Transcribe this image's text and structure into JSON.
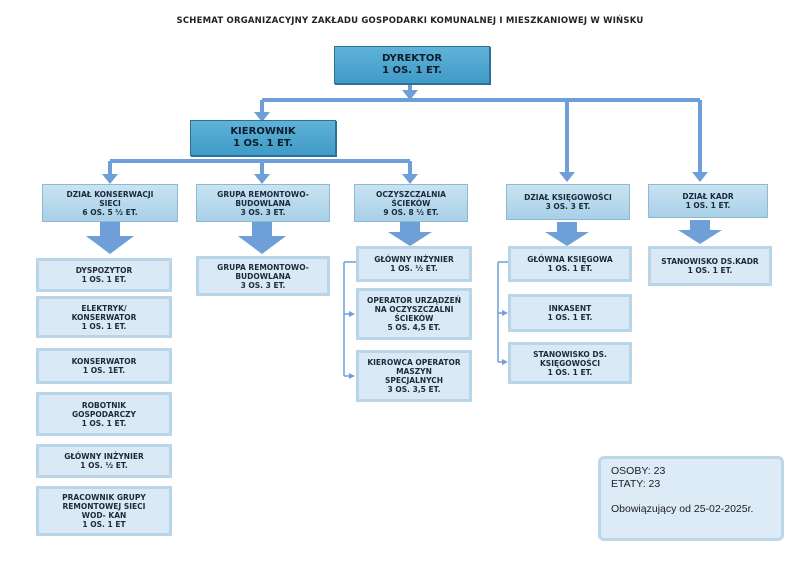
{
  "title": "SCHEMAT ORGANIZACYJNY ZAKŁADU GOSPODARKI KOMUNALNEJ I MIESZKANIOWEJ W WIŃSKU",
  "director": {
    "lines": [
      "DYREKTOR",
      "1 OS. 1 ET."
    ]
  },
  "manager": {
    "lines": [
      "KIEROWNIK",
      "1 OS. 1 ET."
    ]
  },
  "departments": [
    {
      "lines": [
        "DZIAŁ KONSERWACJI",
        "SIECI",
        "6 OS. 5 ½ ET."
      ]
    },
    {
      "lines": [
        "GRUPA REMONTOWO-",
        "BUDOWLANA",
        "3 OS. 3 ET."
      ]
    },
    {
      "lines": [
        "OCZYSZCZALNIA",
        "ŚCIEKÓW",
        "9 OS. 8 ½ ET."
      ]
    },
    {
      "lines": [
        "DZIAŁ KSIĘGOWOŚCI",
        "3 OS. 3 ET."
      ]
    },
    {
      "lines": [
        "DZIAŁ KADR",
        "1 OS. 1 ET."
      ]
    }
  ],
  "sections": {
    "konserwacja": [
      {
        "lines": [
          "DYSPOZYTOR",
          "1 OS. 1 ET."
        ]
      },
      {
        "lines": [
          "ELEKTRYK/",
          "KONSERWATOR",
          "1 OS. 1 ET."
        ]
      },
      {
        "lines": [
          "KONSERWATOR",
          "1 OS. 1ET."
        ]
      },
      {
        "lines": [
          "ROBOTNIK",
          "GOSPODARCZY",
          "1 OS. 1 ET."
        ]
      },
      {
        "lines": [
          "GŁÓWNY INŻYNIER",
          "1 OS. ½ ET."
        ]
      },
      {
        "lines": [
          "PRACOWNIK GRUPY",
          "REMONTOWEJ SIECI",
          "WOD- KAN",
          "1 OS. 1 ET"
        ]
      }
    ],
    "remont": [
      {
        "lines": [
          "GRUPA REMONTOWO-",
          "BUDOWLANA",
          "3 OS. 3 ET."
        ]
      }
    ],
    "oczyszczalnia": [
      {
        "lines": [
          "GŁÓWNY INŻYNIER",
          "1 OS. ½ ET."
        ]
      },
      {
        "lines": [
          "OPERATOR URZĄDZEŃ",
          "NA OCZYSZCZALNI",
          "ŚCIEKÓW",
          "5 OS. 4,5 ET."
        ]
      },
      {
        "lines": [
          "KIEROWCA OPERATOR",
          "MASZYN",
          "SPECJALNYCH",
          "3 OS. 3,5 ET."
        ]
      }
    ],
    "ksiegowosc": [
      {
        "lines": [
          "GŁÓWNA KSIĘGOWA",
          "1 OS. 1 ET."
        ]
      },
      {
        "lines": [
          "INKASENT",
          "1 OS. 1 ET."
        ]
      },
      {
        "lines": [
          "STANOWISKO DS.",
          "KSIĘGOWOŚCI",
          "1 OS. 1 ET."
        ]
      }
    ],
    "kadry": [
      {
        "lines": [
          "STANOWISKO DS.KADR",
          "1 OS. 1 ET."
        ]
      }
    ]
  },
  "summary": {
    "osoby": "OSOBY: 23",
    "etaty": "ETATY:  23",
    "valid_from": "Obowiązujący od 25-02-2025r."
  },
  "colors": {
    "dark_box": "#4aa6d0",
    "mid_box": "#b8d9ec",
    "light_box": "#d9eaf6",
    "connector": "#6f9fd8"
  }
}
